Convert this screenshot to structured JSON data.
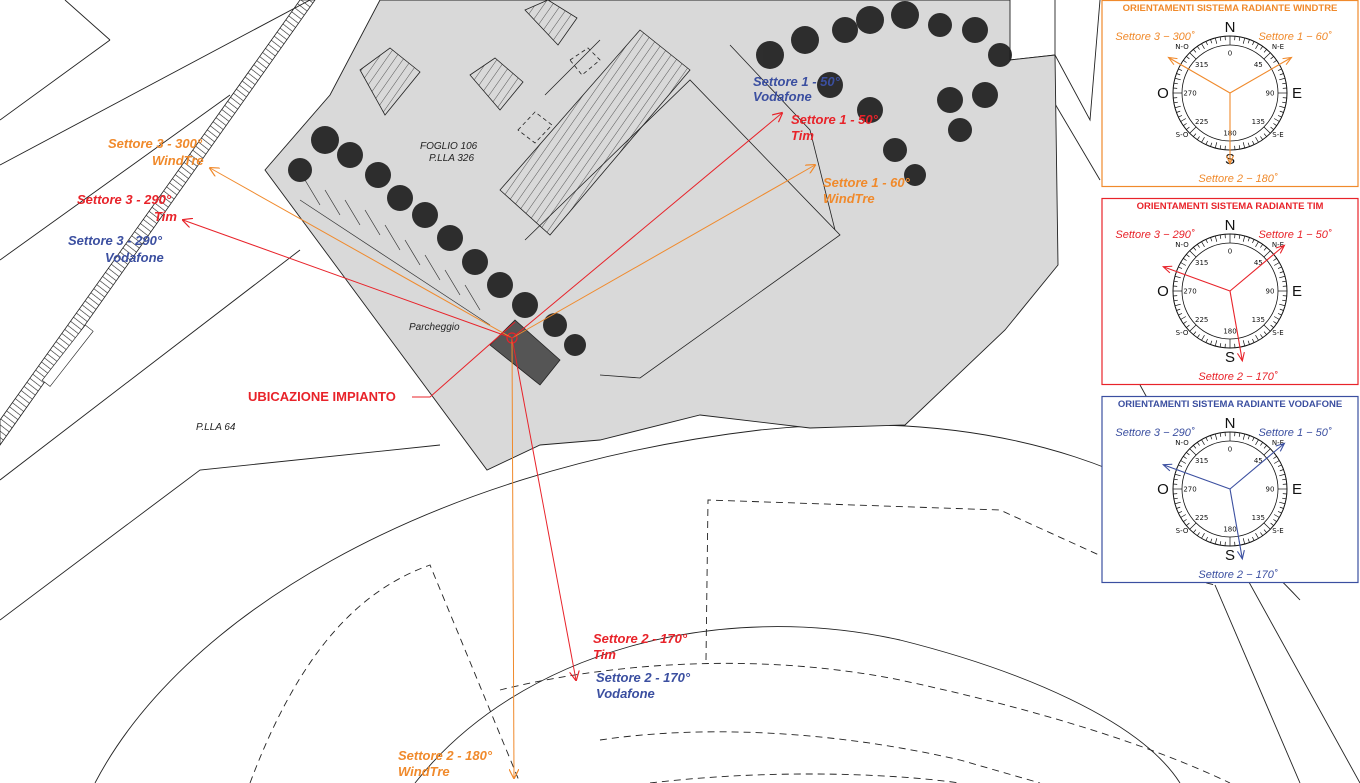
{
  "colors": {
    "windtre": "#f08a2c",
    "tim": "#e8232a",
    "vodafone": "#3b4fa0",
    "parcel": "#d9d9d9"
  },
  "map": {
    "foglio": "FOGLIO 106",
    "plla_326": "P.LLA 326",
    "plla_64": "P.LLA 64",
    "parcheggio": "Parcheggio",
    "ubicazione": "UBICAZIONE IMPIANTO",
    "labels": {
      "s1_vodafone": [
        "Settore 1 - 50°",
        "Vodafone"
      ],
      "s1_tim": [
        "Settore 1 - 50°",
        "Tim"
      ],
      "s1_windtre": [
        "Settore 1 - 60°",
        "WindTre"
      ],
      "s3_windtre": [
        "Settore 3 - 300°",
        "WindTre"
      ],
      "s3_tim": [
        "Settore 3 - 290°",
        "Tim"
      ],
      "s3_vodafone": [
        "Settore 3 - 290°",
        "Vodafone"
      ],
      "s2_tim": [
        "Settore 2 - 170°",
        "Tim"
      ],
      "s2_vodafone": [
        "Settore 2 - 170°",
        "Vodafone"
      ],
      "s2_windtre": [
        "Settore 2 - 180°",
        "WindTre"
      ]
    }
  },
  "compass_labels": {
    "n": "N",
    "e": "E",
    "s": "S",
    "o": "O",
    "ne": "N-E",
    "no": "N-O",
    "se": "S-E",
    "so": "S-O",
    "degrees": [
      "0",
      "45",
      "90",
      "135",
      "180",
      "225",
      "270",
      "315"
    ]
  },
  "boxes": [
    {
      "id": "windtre",
      "title": "ORIENTAMENTI SISTEMA RADIANTE WINDTRE",
      "color": "#f08a2c",
      "sector1": "Settore 1 − 60˚",
      "sector2": "Settore 2 − 180˚",
      "sector3": "Settore 3 − 300˚",
      "azimuths": [
        60,
        180,
        300
      ]
    },
    {
      "id": "tim",
      "title": "ORIENTAMENTI SISTEMA RADIANTE TIM",
      "color": "#e8232a",
      "sector1": "Settore 1 − 50˚",
      "sector2": "Settore 2 − 170˚",
      "sector3": "Settore 3 − 290˚",
      "azimuths": [
        50,
        170,
        290
      ]
    },
    {
      "id": "vodafone",
      "title": "ORIENTAMENTI SISTEMA RADIANTE VODAFONE",
      "color": "#3b4fa0",
      "sector1": "Settore 1 − 50˚",
      "sector2": "Settore 2 − 170˚",
      "sector3": "Settore 3 − 290˚",
      "azimuths": [
        50,
        170,
        290
      ]
    }
  ]
}
